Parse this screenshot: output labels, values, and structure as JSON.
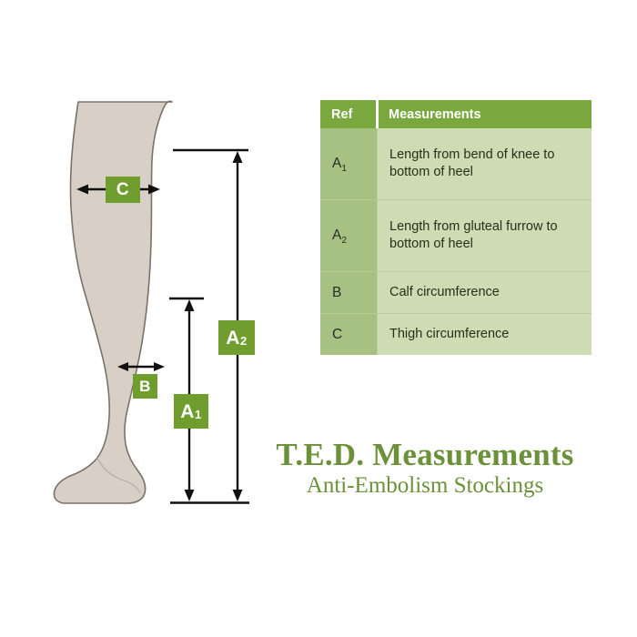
{
  "diagram": {
    "leg": {
      "skin_fill": "#d8cfc6",
      "outline": "#7d7068",
      "label": "side view of leg with foot"
    },
    "badge_color": "#6f9e2e",
    "badges": [
      {
        "id": "C",
        "letter": "C",
        "sub": "",
        "name": "thigh circumference marker"
      },
      {
        "id": "B",
        "letter": "B",
        "sub": "",
        "name": "calf circumference marker"
      },
      {
        "id": "A1",
        "letter": "A",
        "sub": "1",
        "name": "knee to heel length marker"
      },
      {
        "id": "A2",
        "letter": "A",
        "sub": "2",
        "name": "gluteal furrow to heel length marker"
      }
    ]
  },
  "table": {
    "headers": {
      "ref": "Ref",
      "measurements": "Measurements"
    },
    "rows": [
      {
        "ref_letter": "A",
        "ref_sub": "1",
        "measurement": "Length from bend of knee to bottom of heel"
      },
      {
        "ref_letter": "A",
        "ref_sub": "2",
        "measurement": "Length from gluteal furrow to bottom of heel"
      },
      {
        "ref_letter": "B",
        "ref_sub": "",
        "measurement": "Calf circumference"
      },
      {
        "ref_letter": "C",
        "ref_sub": "",
        "measurement": "Thigh circumference"
      }
    ],
    "colors": {
      "header_bg": "#7aa83f",
      "ref_cell_bg": "#a7c183",
      "measurement_cell_bg": "#cedcb4"
    }
  },
  "title": {
    "main": "T.E.D. Measurements",
    "sub": "Anti-Embolism Stockings",
    "color": "#6b9139"
  }
}
